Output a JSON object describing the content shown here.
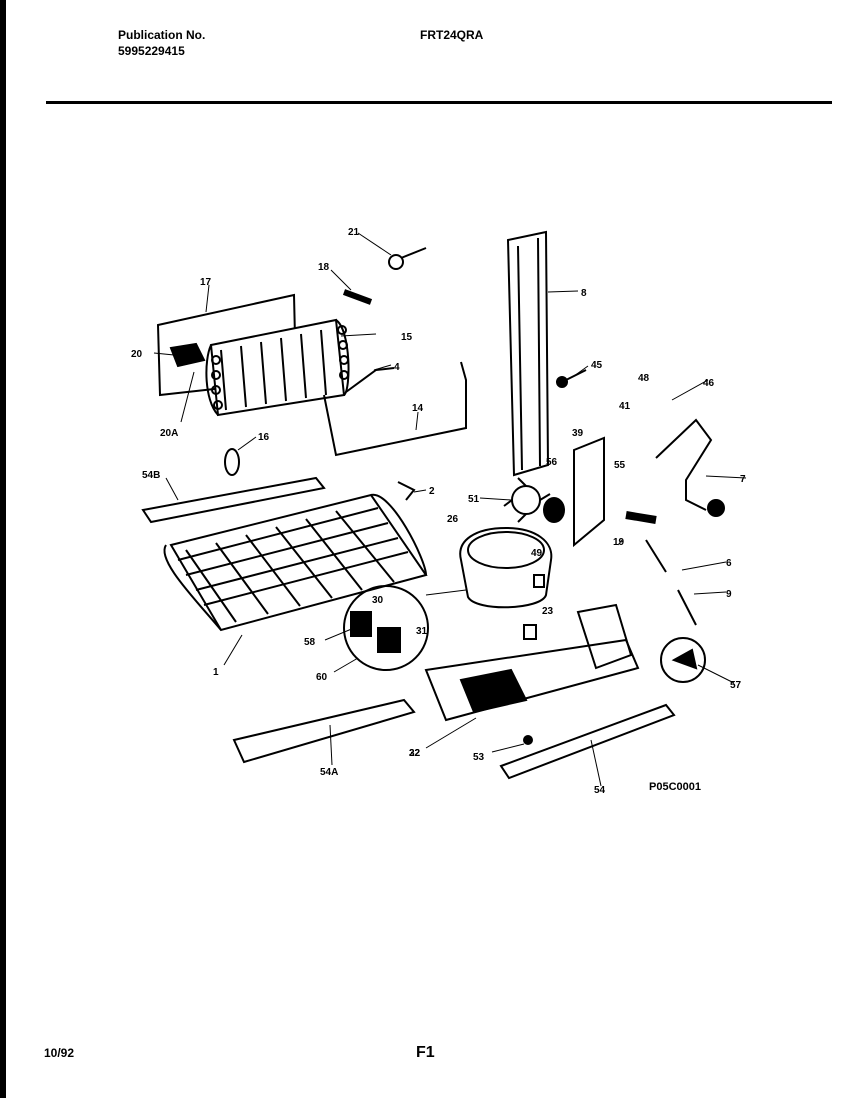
{
  "header": {
    "publication_label": "Publication No.",
    "publication_number": "5995229415",
    "model": "FRT24QRA"
  },
  "diagram": {
    "code": "P05C0001",
    "callouts": [
      "21",
      "18",
      "17",
      "15",
      "20",
      "4",
      "20A",
      "14",
      "16",
      "54B",
      "2",
      "8",
      "45",
      "46",
      "48",
      "41",
      "39",
      "7",
      "56",
      "55",
      "51",
      "26",
      "19",
      "6",
      "49",
      "9",
      "23",
      "1",
      "30",
      "31",
      "58",
      "60",
      "32",
      "57",
      "54A",
      "22",
      "53",
      "54"
    ]
  },
  "footer": {
    "date": "10/92",
    "page": "F1"
  }
}
